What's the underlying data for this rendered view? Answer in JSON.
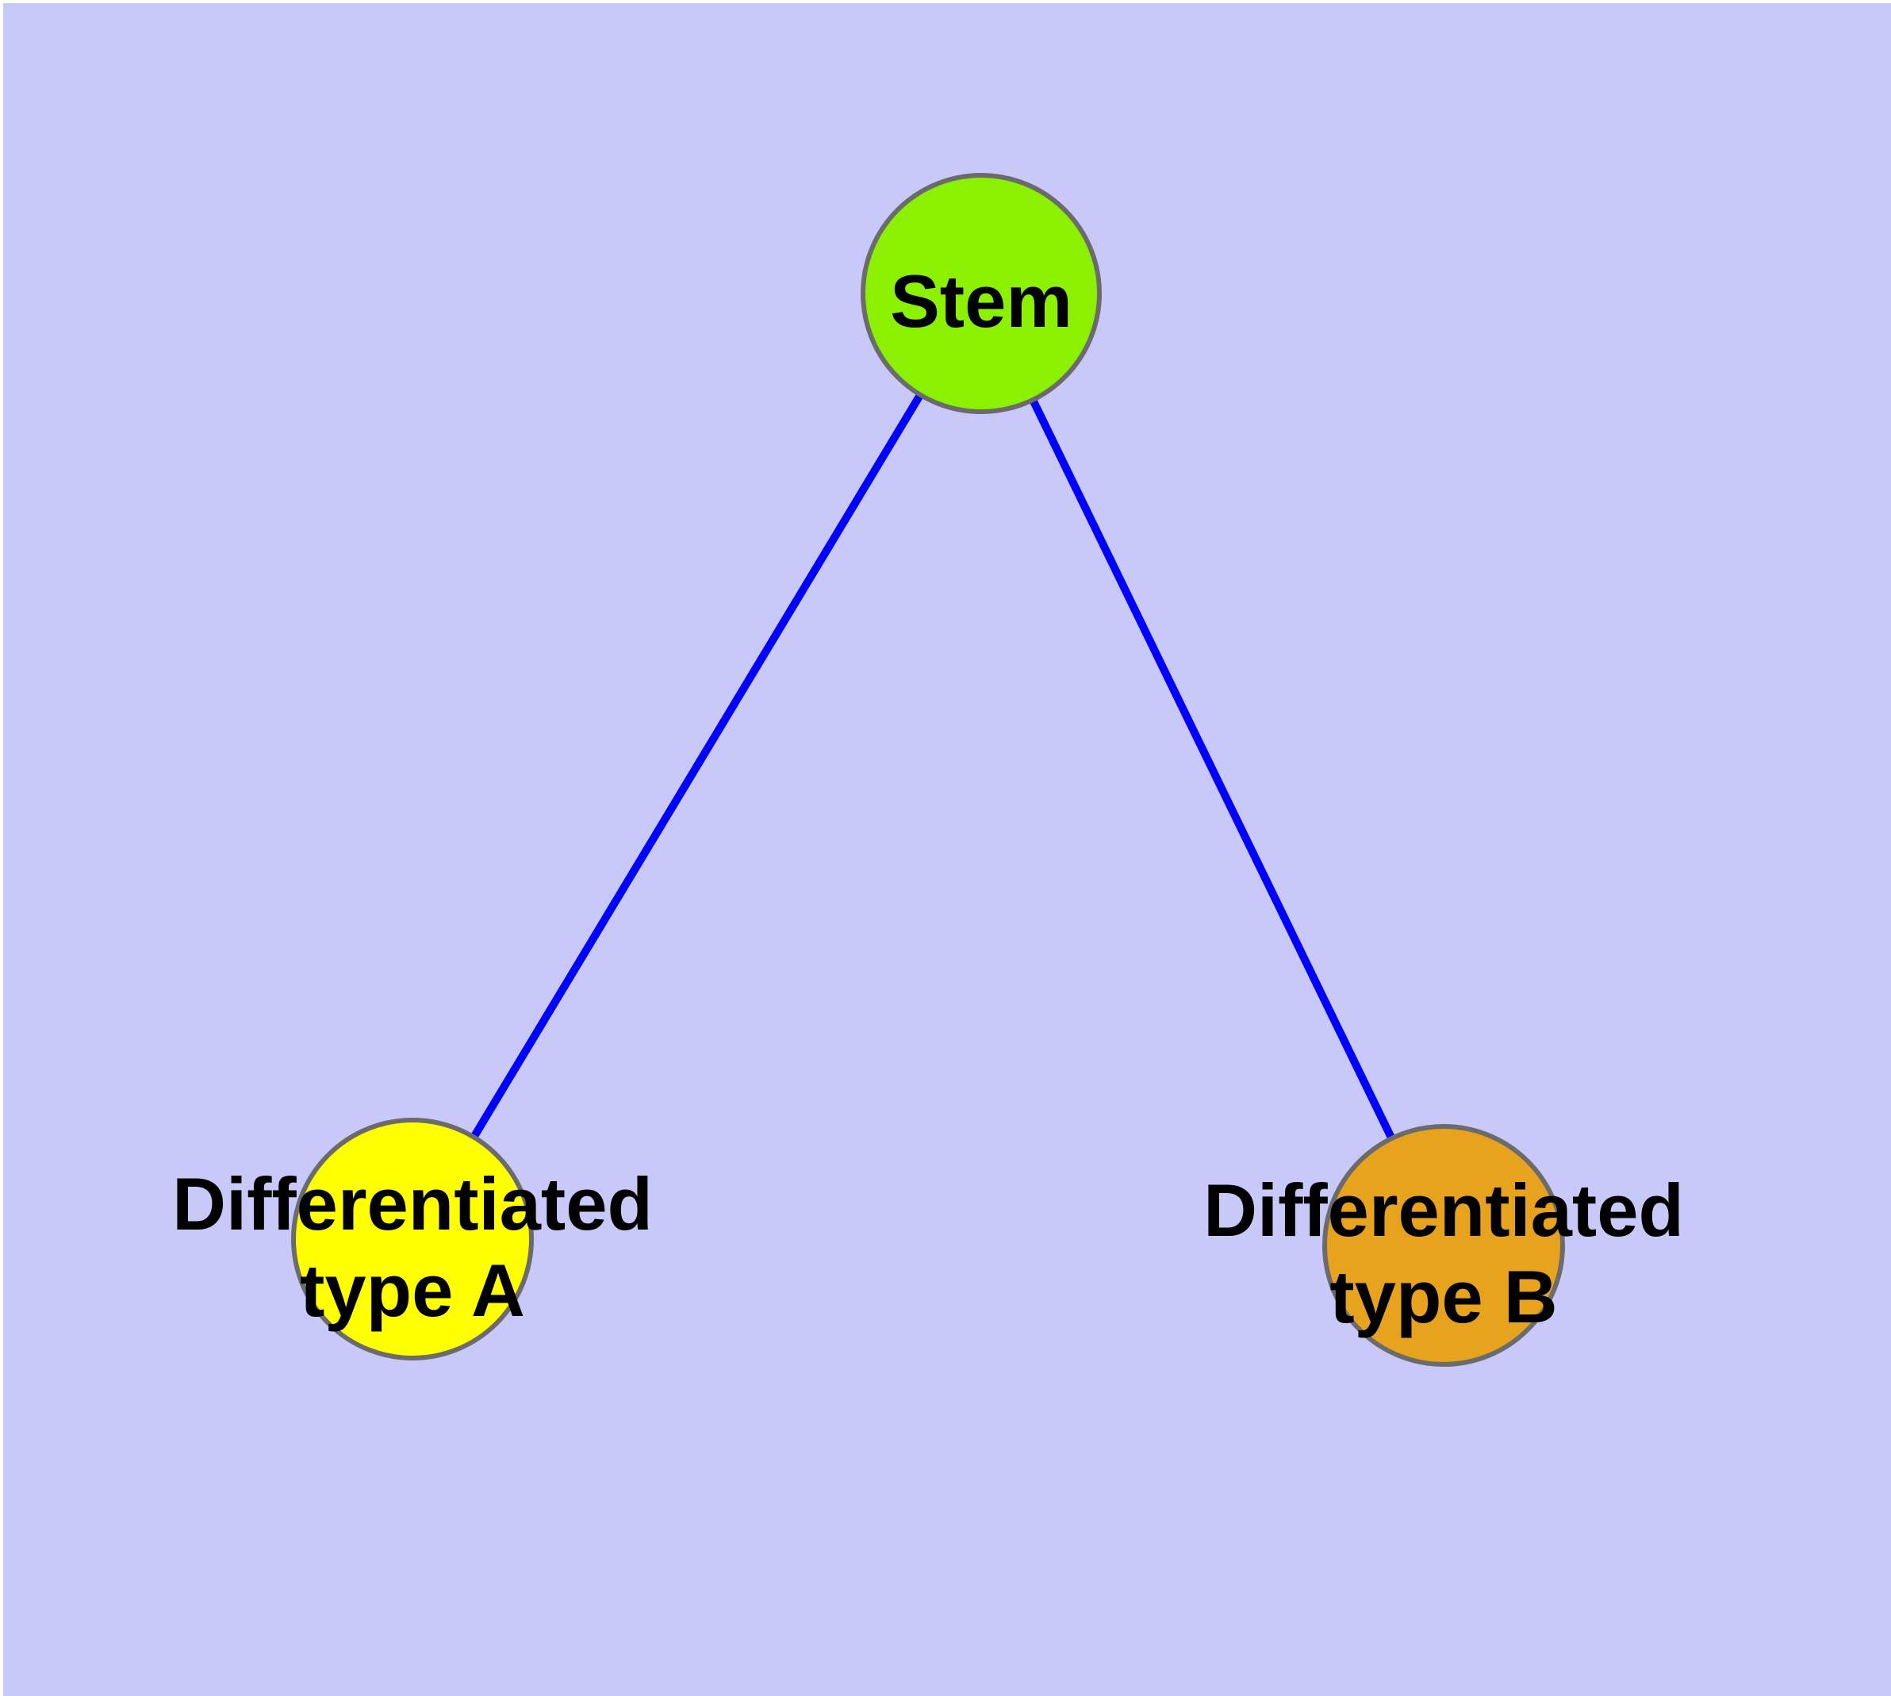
{
  "graph": {
    "background_color": "#C9C9F9",
    "edge_color": "#0000FF",
    "node_border_color": "#6B6B6B",
    "label_color": "#000000",
    "nodes": [
      {
        "id": "stem",
        "label": "Stem",
        "color": "#8CF100"
      },
      {
        "id": "differentiated-type-a",
        "label": "Differentiated type A",
        "label_line1": "Differentiated",
        "label_line2": "type A",
        "color": "#FFFF00"
      },
      {
        "id": "differentiated-type-b",
        "label": "Differentiated type B",
        "label_line1": "Differentiated",
        "label_line2": "type B",
        "color": "#E7A21E"
      }
    ],
    "edges": [
      {
        "from": "stem",
        "to": "differentiated-type-a"
      },
      {
        "from": "stem",
        "to": "differentiated-type-b"
      }
    ]
  }
}
